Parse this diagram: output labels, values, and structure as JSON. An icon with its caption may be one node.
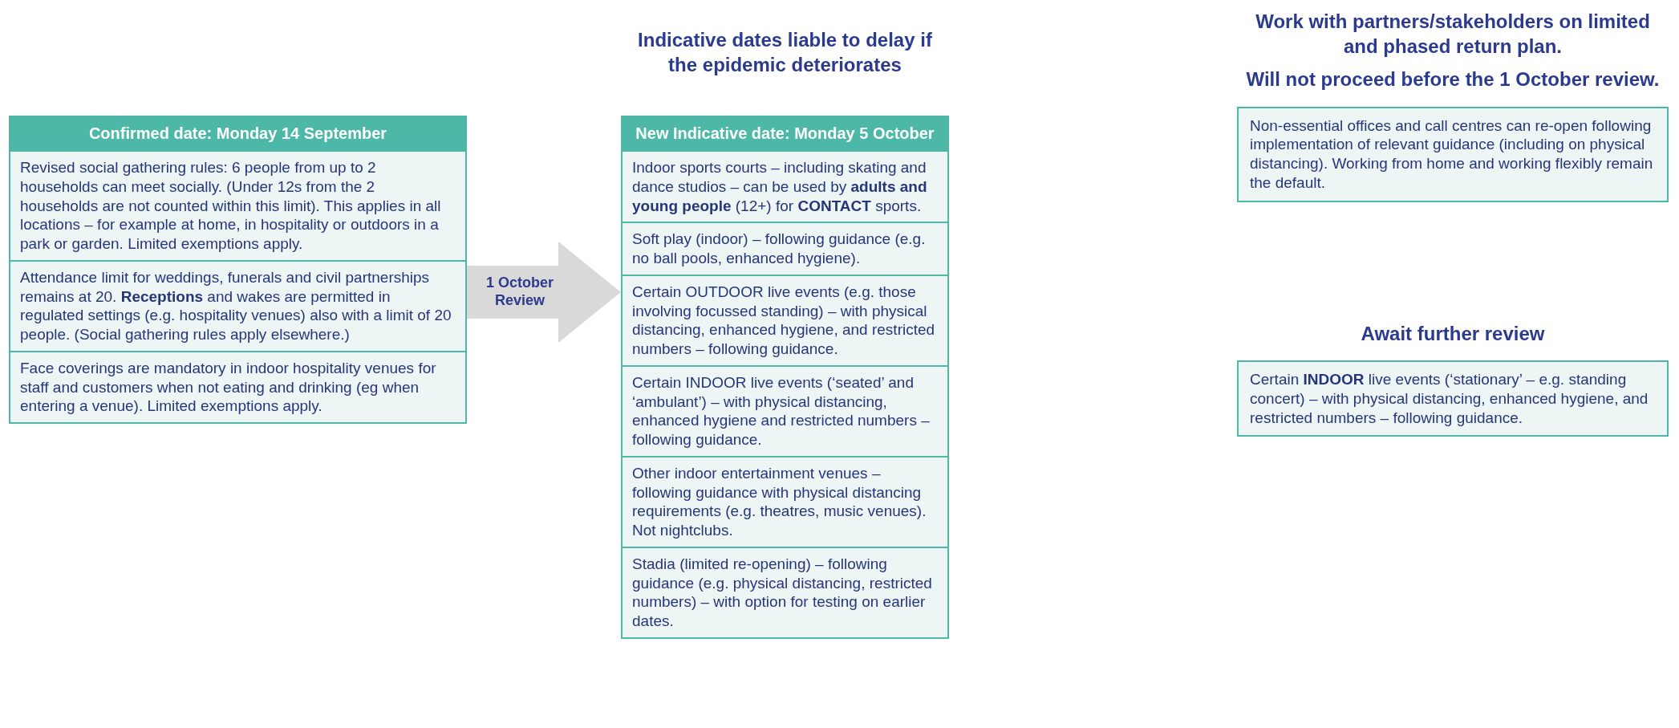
{
  "diagram": {
    "nodes": [
      {
        "text": [
          "Confirmed date: Monday 14 September"
        ]
      },
      {
        "text": [
          "Revised social gathering rules: 6 people from up to 2 households can meet socially. (Under 12s from the 2 households are not counted within this limit). This applies in all locations – for example at home, in hospitality or outdoors in a park or garden. Limited exemptions apply."
        ],
        "in": 0
      },
      {
        "text": [
          "Attendance limit for weddings, funerals and civil partnerships remains at 20. **Receptions** and wakes are permitted in regulated settings (e.g. hospitality venues) also with a limit of 20 people. (Social gathering rules apply elsewhere.)"
        ],
        "in": 0
      },
      {
        "text": [
          "Face coverings are mandatory in indoor hospitality venues for staff and customers when not eating and drinking (eg when entering a venue). Limited exemptions apply."
        ],
        "in": 0
      },
      {
        "text": [
          "Indicative dates liable to delay if the epidemic deteriorates",
          "New Indicative date: Monday 5 October"
        ]
      },
      {
        "text": [
          "Indoor sports courts – including skating and dance studios – can be used by **adults and young people** (12+) for **CONTACT** sports."
        ],
        "in": 4
      },
      {
        "text": [
          "Soft play (indoor) – following guidance (e.g. no ball pools, enhanced hygiene)."
        ],
        "in": 4
      },
      {
        "text": [
          "Certain OUTDOOR live events (e.g. those involving focussed standing) – with physical distancing, enhanced hygiene, and restricted numbers – following guidance."
        ],
        "in": 4
      },
      {
        "text": [
          "Certain INDOOR live events (‘seated’ and ‘ambulant’) – with physical distancing, enhanced hygiene and restricted numbers – following guidance."
        ],
        "in": 4
      },
      {
        "text": [
          "Other indoor entertainment venues – following guidance with physical distancing requirements (e.g. theatres, music venues). Not nightclubs."
        ],
        "in": 4
      },
      {
        "text": [
          "Stadia (limited re-opening) – following guidance (e.g. physical distancing, restricted numbers) – with option for testing on earlier dates."
        ],
        "in": 4
      },
      {
        "text": [
          "Work with partners/stakeholders on limited and phased return plan.",
          "Will not proceed before the 1 October review.",
          "Non-essential offices and call centres can re-open following implementation of relevant guidance (including on physical distancing). Working from home and working flexibly remain the default."
        ]
      },
      {
        "text": [
          "Await further review",
          "Certain **INDOOR** live events (‘stationary’ – e.g. standing concert) – with physical distancing, enhanced hygiene, and restricted numbers – following guidance."
        ]
      }
    ],
    "edges": [
      {
        "from": 0,
        "to": 4,
        "arrow": "to",
        "label": "1 October Review",
        "style": "thick"
      }
    ]
  }
}
